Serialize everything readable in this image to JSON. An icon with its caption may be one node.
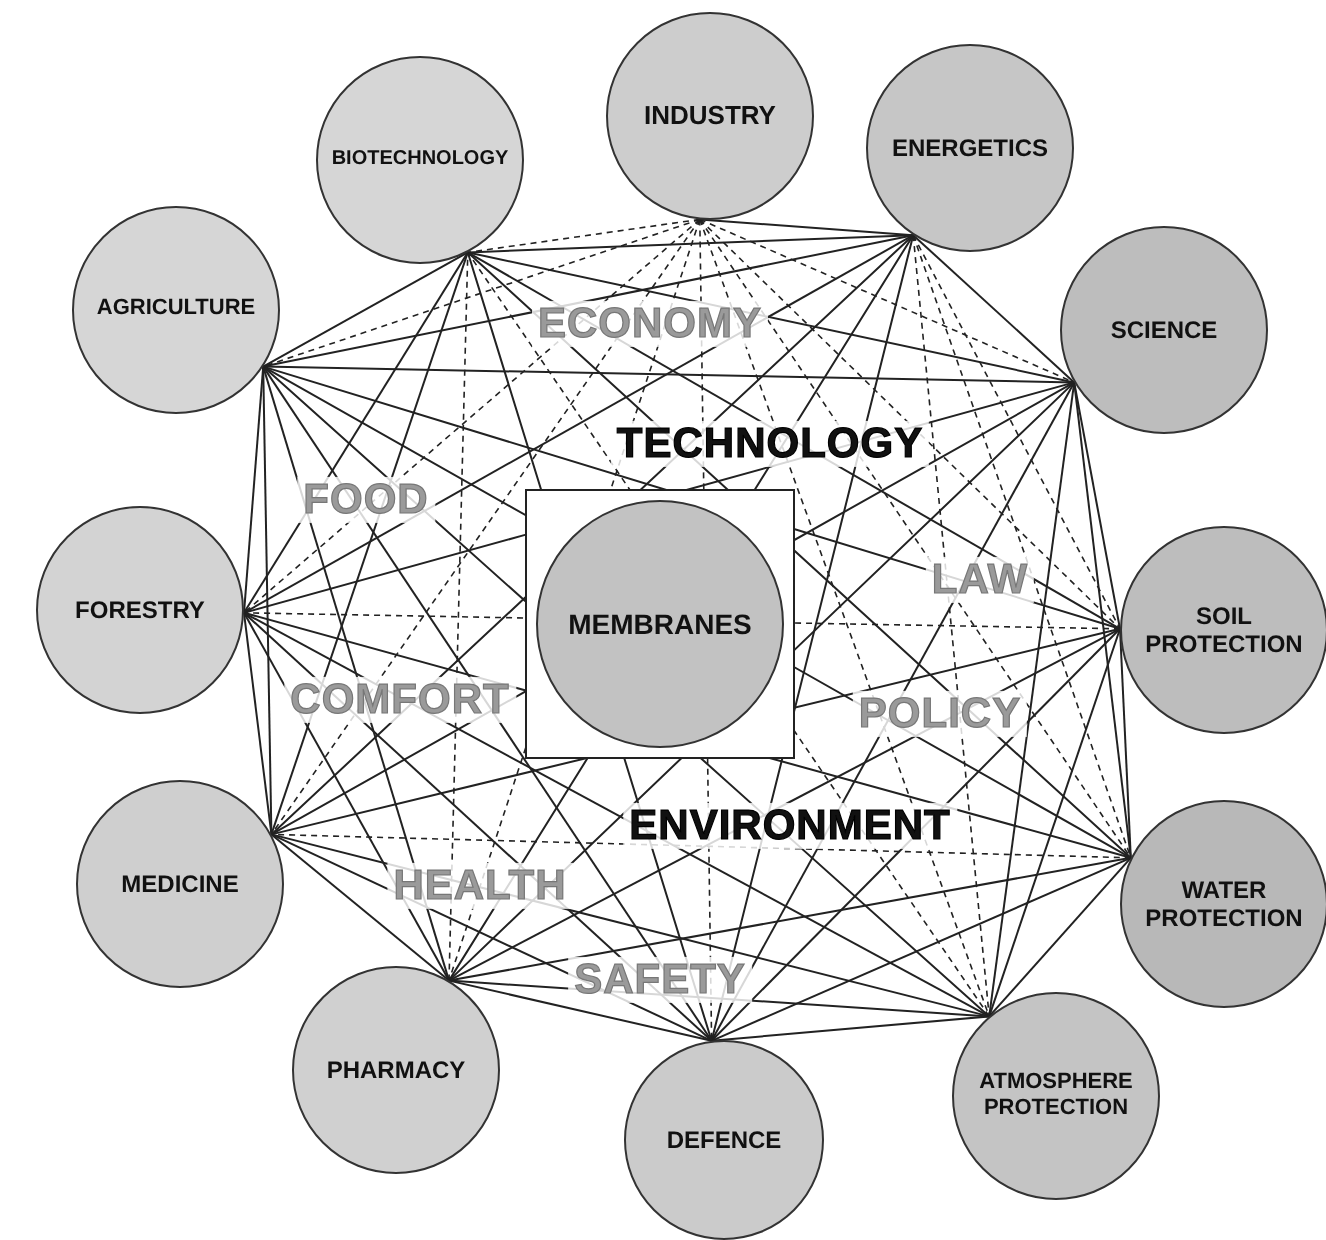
{
  "diagram": {
    "nodes": [
      {
        "text": [
          "INDUSTRY"
        ]
      },
      {
        "text": [
          "ENERGETICS"
        ]
      },
      {
        "text": [
          "SCIENCE"
        ]
      },
      {
        "text": [
          "SOIL PROTECTION"
        ]
      },
      {
        "text": [
          "WATER PROTECTION"
        ]
      },
      {
        "text": [
          "ATMOSPHERE PROTECTION"
        ]
      },
      {
        "text": [
          "DEFENCE"
        ]
      },
      {
        "text": [
          "PHARMACY"
        ]
      },
      {
        "text": [
          "MEDICINE"
        ]
      },
      {
        "text": [
          "FORESTRY"
        ]
      },
      {
        "text": [
          "AGRICULTURE"
        ]
      },
      {
        "text": [
          "BIOTECHNOLOGY"
        ]
      },
      {
        "text": [
          "MEMBRANES"
        ]
      }
    ],
    "edges": [
      {
        "from": 0,
        "to": 1,
        "arrow": "none"
      },
      {
        "from": 0,
        "to": 2,
        "arrow": "none",
        "style": "dashed"
      },
      {
        "from": 0,
        "to": 3,
        "arrow": "none",
        "style": "dashed"
      },
      {
        "from": 0,
        "to": 4,
        "arrow": "none",
        "style": "dashed"
      },
      {
        "from": 0,
        "to": 5,
        "arrow": "none",
        "style": "dashed"
      },
      {
        "from": 0,
        "to": 6,
        "arrow": "none",
        "style": "dashed"
      },
      {
        "from": 0,
        "to": 7,
        "arrow": "none",
        "style": "dashed"
      },
      {
        "from": 0,
        "to": 8,
        "arrow": "none",
        "style": "dashed"
      },
      {
        "from": 0,
        "to": 9,
        "arrow": "none",
        "style": "dashed"
      },
      {
        "from": 0,
        "to": 10,
        "arrow": "none",
        "style": "dashed"
      },
      {
        "from": 0,
        "to": 11,
        "arrow": "none",
        "style": "dashed"
      },
      {
        "from": 1,
        "to": 2,
        "arrow": "none"
      },
      {
        "from": 1,
        "to": 3,
        "arrow": "none",
        "style": "dashed"
      },
      {
        "from": 1,
        "to": 4,
        "arrow": "none",
        "style": "dashed"
      },
      {
        "from": 1,
        "to": 5,
        "arrow": "none",
        "style": "dashed"
      },
      {
        "from": 1,
        "to": 6,
        "arrow": "none"
      },
      {
        "from": 1,
        "to": 7,
        "arrow": "none"
      },
      {
        "from": 1,
        "to": 8,
        "arrow": "none"
      },
      {
        "from": 1,
        "to": 9,
        "arrow": "none"
      },
      {
        "from": 1,
        "to": 10,
        "arrow": "none"
      },
      {
        "from": 1,
        "to": 11,
        "arrow": "none"
      },
      {
        "from": 2,
        "to": 3,
        "arrow": "none"
      },
      {
        "from": 2,
        "to": 4,
        "arrow": "none"
      },
      {
        "from": 2,
        "to": 5,
        "arrow": "none"
      },
      {
        "from": 2,
        "to": 6,
        "arrow": "none"
      },
      {
        "from": 2,
        "to": 7,
        "arrow": "none"
      },
      {
        "from": 2,
        "to": 8,
        "arrow": "none"
      },
      {
        "from": 2,
        "to": 9,
        "arrow": "none"
      },
      {
        "from": 2,
        "to": 10,
        "arrow": "none"
      },
      {
        "from": 2,
        "to": 11,
        "arrow": "none"
      },
      {
        "from": 3,
        "to": 4,
        "arrow": "none"
      },
      {
        "from": 3,
        "to": 5,
        "arrow": "none"
      },
      {
        "from": 3,
        "to": 6,
        "arrow": "none"
      },
      {
        "from": 3,
        "to": 7,
        "arrow": "none"
      },
      {
        "from": 3,
        "to": 8,
        "arrow": "none"
      },
      {
        "from": 3,
        "to": 9,
        "arrow": "none",
        "style": "dashed"
      },
      {
        "from": 3,
        "to": 10,
        "arrow": "none"
      },
      {
        "from": 3,
        "to": 11,
        "arrow": "none"
      },
      {
        "from": 4,
        "to": 5,
        "arrow": "none"
      },
      {
        "from": 4,
        "to": 6,
        "arrow": "none"
      },
      {
        "from": 4,
        "to": 7,
        "arrow": "none"
      },
      {
        "from": 4,
        "to": 8,
        "arrow": "none",
        "style": "dashed"
      },
      {
        "from": 4,
        "to": 9,
        "arrow": "none"
      },
      {
        "from": 4,
        "to": 10,
        "arrow": "none"
      },
      {
        "from": 4,
        "to": 11,
        "arrow": "none"
      },
      {
        "from": 5,
        "to": 6,
        "arrow": "none"
      },
      {
        "from": 5,
        "to": 7,
        "arrow": "none"
      },
      {
        "from": 5,
        "to": 8,
        "arrow": "none"
      },
      {
        "from": 5,
        "to": 9,
        "arrow": "none"
      },
      {
        "from": 5,
        "to": 10,
        "arrow": "none"
      },
      {
        "from": 5,
        "to": 11,
        "arrow": "none",
        "style": "dashed"
      },
      {
        "from": 6,
        "to": 7,
        "arrow": "none"
      },
      {
        "from": 6,
        "to": 8,
        "arrow": "none"
      },
      {
        "from": 6,
        "to": 9,
        "arrow": "none"
      },
      {
        "from": 6,
        "to": 10,
        "arrow": "none"
      },
      {
        "from": 6,
        "to": 11,
        "arrow": "none"
      },
      {
        "from": 7,
        "to": 8,
        "arrow": "none"
      },
      {
        "from": 7,
        "to": 9,
        "arrow": "none"
      },
      {
        "from": 7,
        "to": 10,
        "arrow": "none"
      },
      {
        "from": 7,
        "to": 11,
        "arrow": "none",
        "style": "dashed"
      },
      {
        "from": 8,
        "to": 9,
        "arrow": "none"
      },
      {
        "from": 8,
        "to": 10,
        "arrow": "none"
      },
      {
        "from": 8,
        "to": 11,
        "arrow": "none"
      },
      {
        "from": 9,
        "to": 10,
        "arrow": "none"
      },
      {
        "from": 9,
        "to": 11,
        "arrow": "none"
      },
      {
        "from": 10,
        "to": 11,
        "arrow": "none"
      }
    ],
    "labels": [
      "ECONOMY",
      "TECHNOLOGY",
      "FOOD",
      "LAW",
      "COMFORT",
      "POLICY",
      "ENVIRONMENT",
      "HEALTH",
      "SAFETY"
    ]
  }
}
